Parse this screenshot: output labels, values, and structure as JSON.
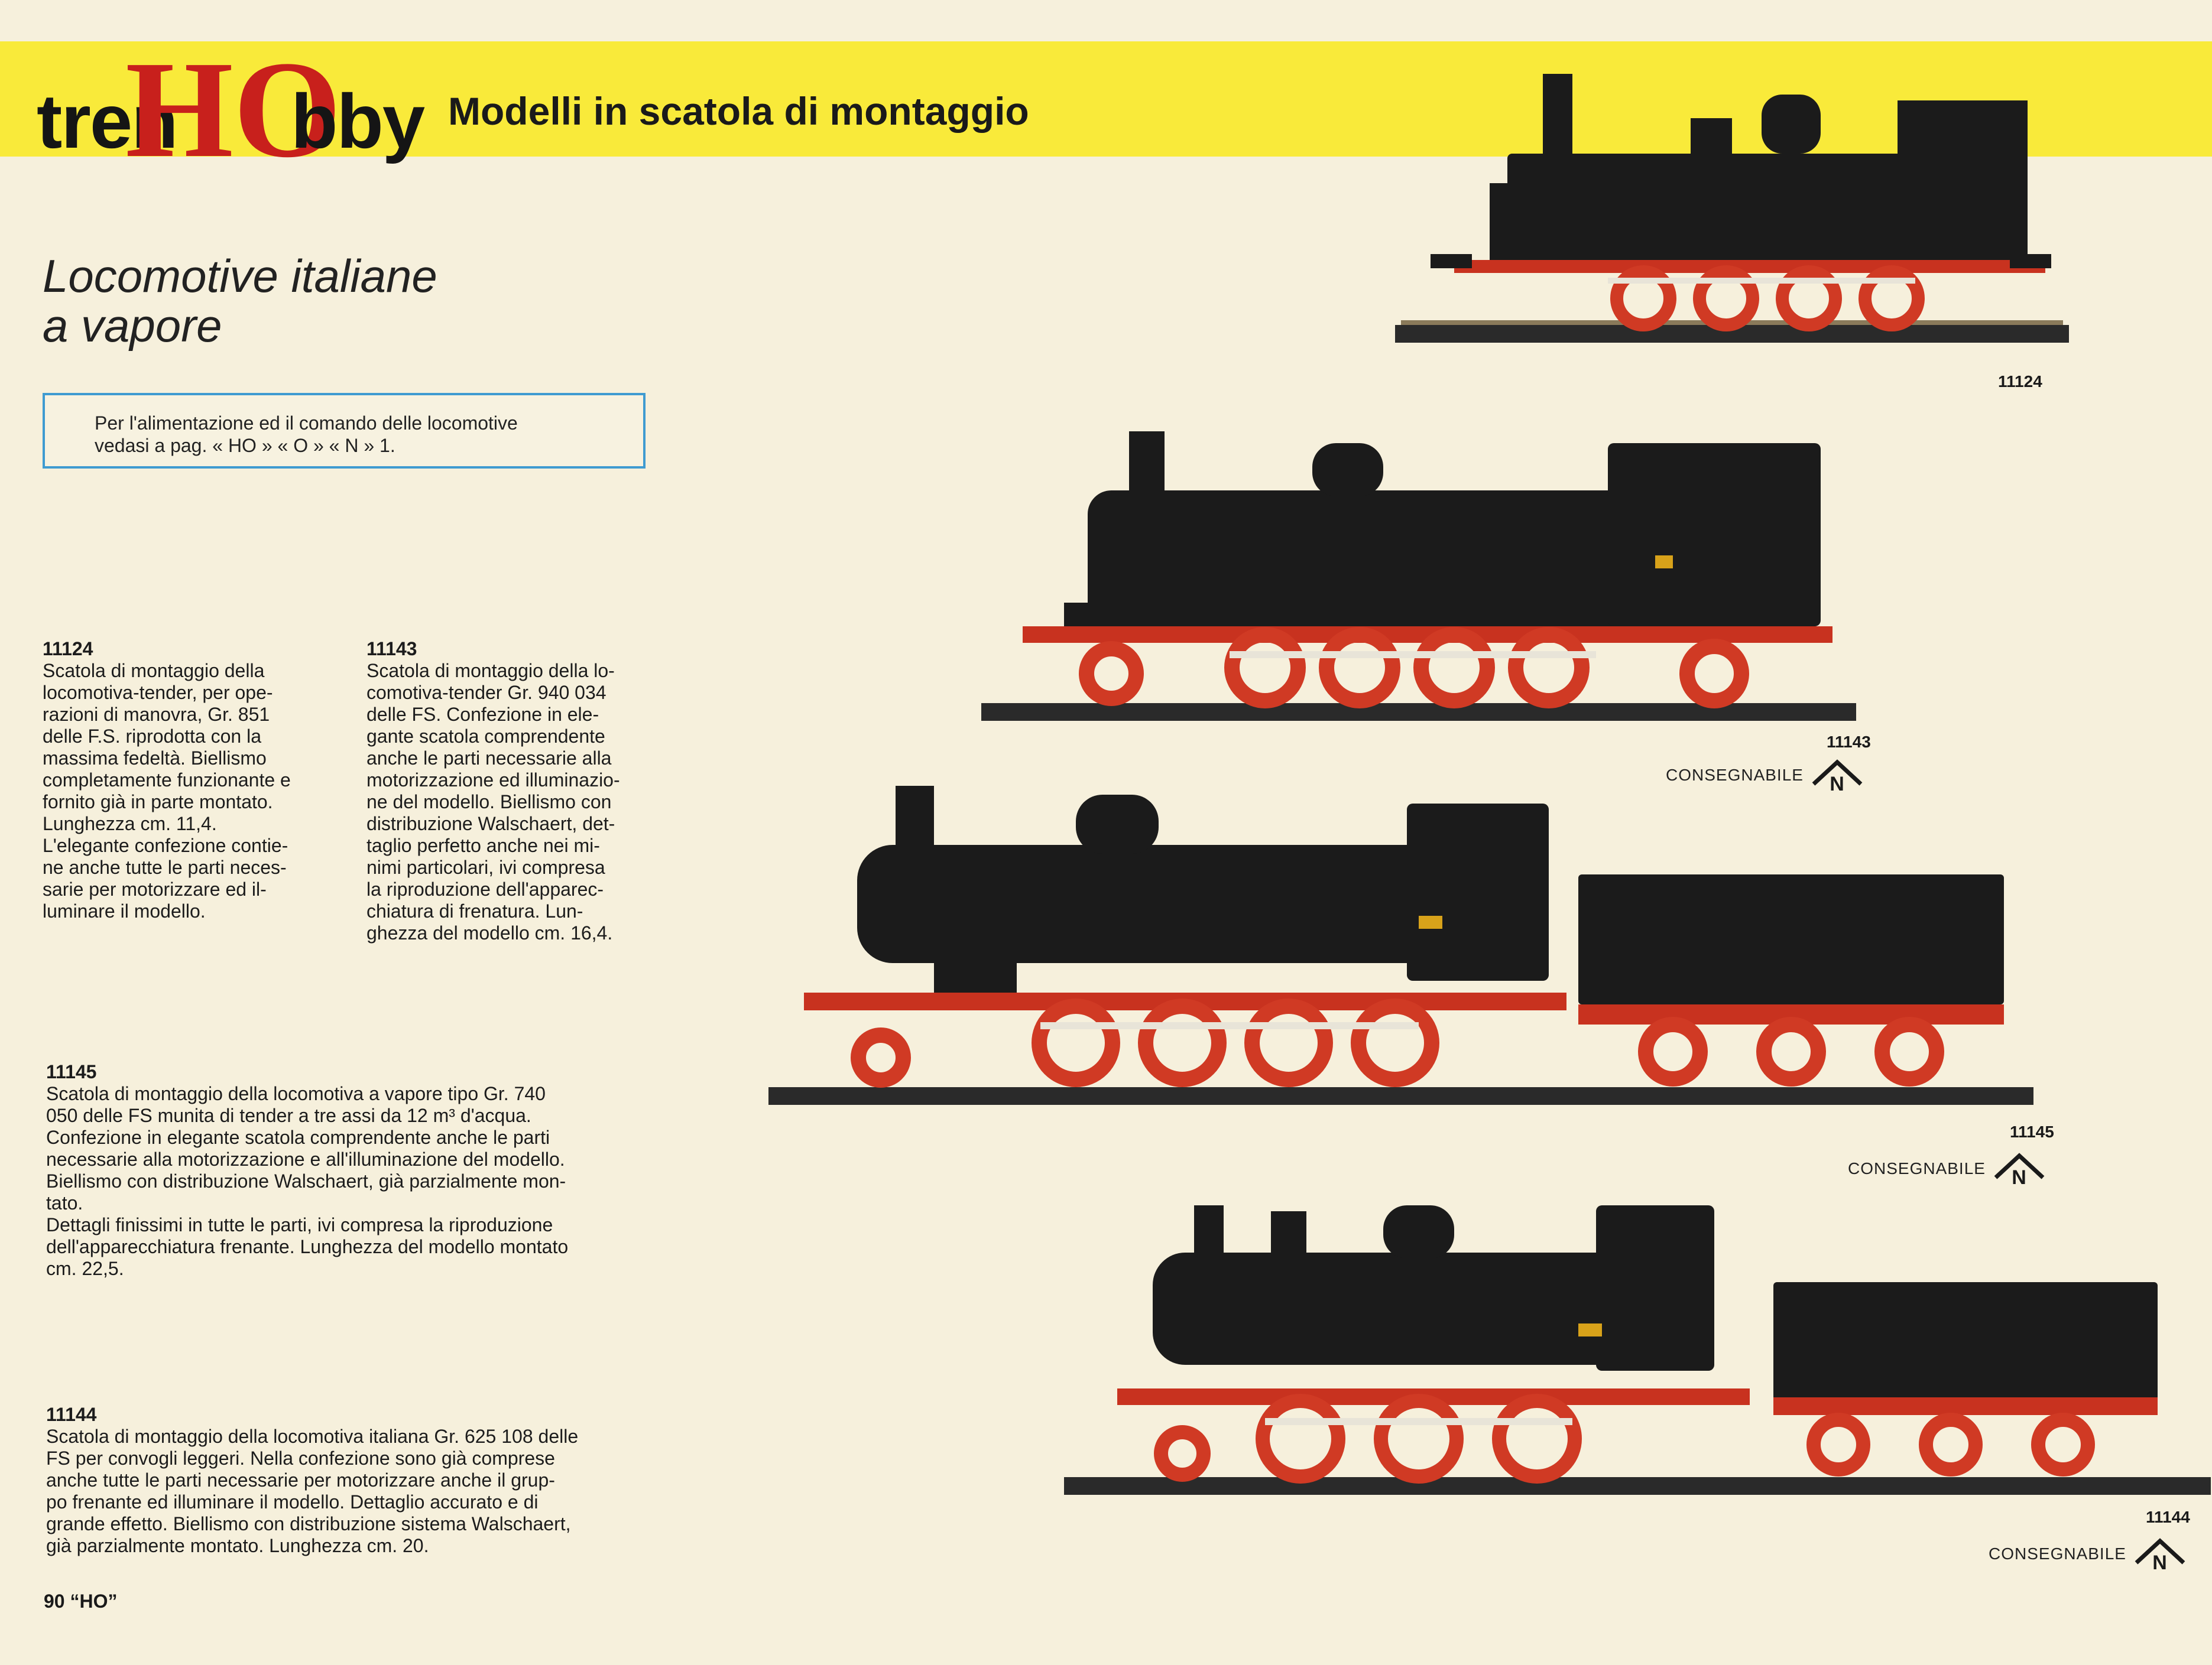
{
  "banner": {
    "logo_prefix": "tren",
    "logo_mark": "HO",
    "logo_suffix": "bby",
    "subtitle": "Modelli in scatola di montaggio"
  },
  "heading": {
    "line1": "Locomotive italiane",
    "line2": "a vapore"
  },
  "note": {
    "line1": "Per l'alimentazione ed il comando delle locomotive",
    "line2": "vedasi a pag. « HO » « O » « N » 1."
  },
  "products": [
    {
      "code": "11124",
      "text": "Scatola di montaggio della\nlocomotiva-tender, per ope-\nrazioni di manovra, Gr. 851\ndelle F.S. riprodotta con la\nmassima fedeltà. Biellismo\ncompletamente funzionante e\nfornito già in parte montato.\nLunghezza cm. 11,4.\nL'elegante confezione contie-\nne anche tutte le parti neces-\nsarie per motorizzare ed il-\nluminare il modello."
    },
    {
      "code": "11143",
      "text": "Scatola di montaggio della lo-\ncomotiva-tender Gr. 940 034\ndelle FS. Confezione in ele-\ngante scatola comprendente\nanche le parti necessarie alla\nmotorizzazione ed illuminazio-\nne del modello. Biellismo con\ndistribuzione Walschaert, det-\ntaglio perfetto anche nei mi-\nnimi particolari, ivi compresa\nla riproduzione dell'apparec-\nchiatura di frenatura. Lun-\nghezza del modello cm. 16,4."
    },
    {
      "code": "11145",
      "text": "Scatola di montaggio della locomotiva a vapore tipo Gr. 740\n050 delle FS munita di tender a tre assi da 12 m³ d'acqua.\nConfezione in elegante scatola comprendente anche le parti\nnecessarie alla motorizzazione e all'illuminazione del modello.\nBiellismo con distribuzione Walschaert, già parzialmente mon-\ntato.\nDettagli finissimi in tutte le parti, ivi compresa la riproduzione\ndell'apparecchiatura frenante. Lunghezza del modello montato\ncm. 22,5."
    },
    {
      "code": "11144",
      "text": "Scatola di montaggio della locomotiva italiana Gr. 625 108 delle\nFS per convogli leggeri. Nella confezione sono già comprese\nanche tutte le parti necessarie per motorizzare anche il grup-\npo frenante ed illuminare il modello. Dettaglio accurato e di\ngrande effetto. Biellismo con distribuzione sistema Walschaert,\ngià parzialmente montato. Lunghezza cm. 20."
    }
  ],
  "image_labels": {
    "img1": "11124",
    "img2": "11143",
    "img3": "11145",
    "img4": "11144"
  },
  "consegnabile": "CONSEGNABILE",
  "n_letter": "N",
  "footer": "90 “HO”",
  "colors": {
    "banner": "#f9ea3a",
    "logo_red": "#c8201c",
    "box_border": "#3f9bd1",
    "loco_body": "#1b1b1b",
    "wheel_red": "#d03a24",
    "page_bg": "#f6f0dc"
  }
}
